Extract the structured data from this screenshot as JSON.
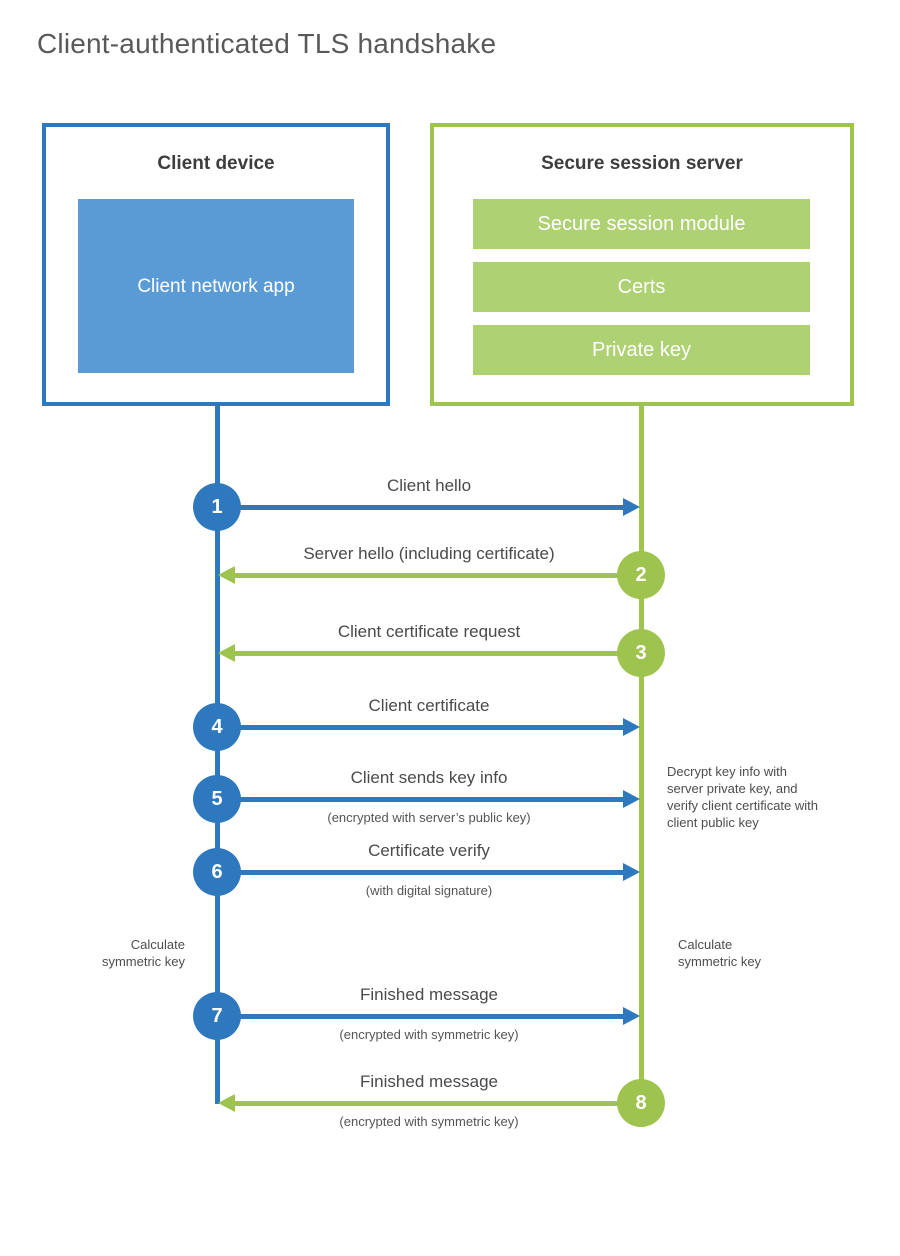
{
  "title": "Client-authenticated TLS handshake",
  "client": {
    "title": "Client device",
    "app_label": "Client network app"
  },
  "server": {
    "title": "Secure session server",
    "modules": [
      {
        "label": "Secure session module"
      },
      {
        "label": "Certs"
      },
      {
        "label": "Private key"
      }
    ]
  },
  "steps": [
    {
      "num": "1",
      "label": "Client hello",
      "direction": "client-to-server"
    },
    {
      "num": "2",
      "label": "Server hello (including certificate)",
      "direction": "server-to-client"
    },
    {
      "num": "3",
      "label": "Client certificate request",
      "direction": "server-to-client"
    },
    {
      "num": "4",
      "label": "Client certificate",
      "direction": "client-to-server"
    },
    {
      "num": "5",
      "label": "Client sends key info",
      "sub": "(encrypted with server’s public key)",
      "direction": "client-to-server"
    },
    {
      "num": "6",
      "label": "Certificate verify",
      "sub": "(with digital signature)",
      "direction": "client-to-server"
    },
    {
      "num": "7",
      "label": "Finished message",
      "sub": "(encrypted with symmetric key)",
      "direction": "client-to-server"
    },
    {
      "num": "8",
      "label": "Finished message",
      "sub": "(encrypted with symmetric key)",
      "direction": "server-to-client"
    }
  ],
  "annotations": {
    "decrypt_note": "Decrypt key info with server private key, and verify client certificate with client public key",
    "calc_left": "Calculate symmetric key",
    "calc_right": "Calculate symmetric key"
  },
  "colors": {
    "blue": "#2e78be",
    "blue_fill": "#5b9bd5",
    "green": "#9ec44f",
    "green_fill": "#aed173"
  }
}
